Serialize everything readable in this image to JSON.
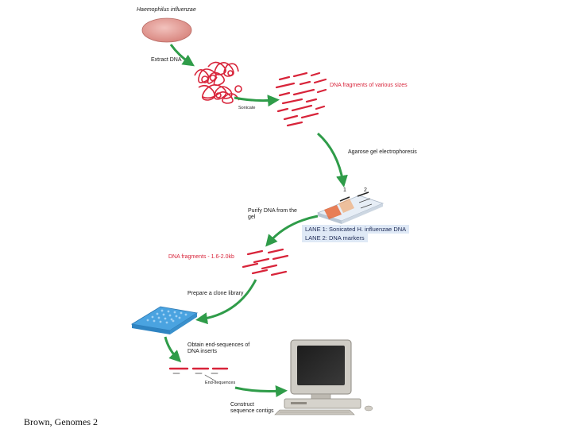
{
  "diagram": {
    "organism_label": "Haemophilus influenzae",
    "step_extract": "Extract DNA",
    "step_sonicate": "Sonicate",
    "fragments_label": "DNA fragments of various sizes",
    "step_electrophoresis": "Agarose gel electrophoresis",
    "lane_numbers": [
      "1",
      "2"
    ],
    "step_purify": "Purify DNA from the gel",
    "lane1_label": "LANE 1: Sonicated H. influenzae DNA",
    "lane2_label": "LANE 2: DNA markers",
    "size_fragments_label": "DNA fragments - 1.6-2.0kb",
    "step_library": "Prepare a clone library",
    "step_endseq": "Obtain end-sequences of DNA inserts",
    "end_sequences_label": "End-sequences",
    "step_contig": "Construct sequence contigs"
  },
  "colors": {
    "dna_red": "#d8243a",
    "arrow_green": "#2f9c49",
    "cell_pink": "#e39a95",
    "plate_blue": "#4aa3e0",
    "computer_grey": "#c9c6bf"
  },
  "caption": "Brown, Genomes 2"
}
